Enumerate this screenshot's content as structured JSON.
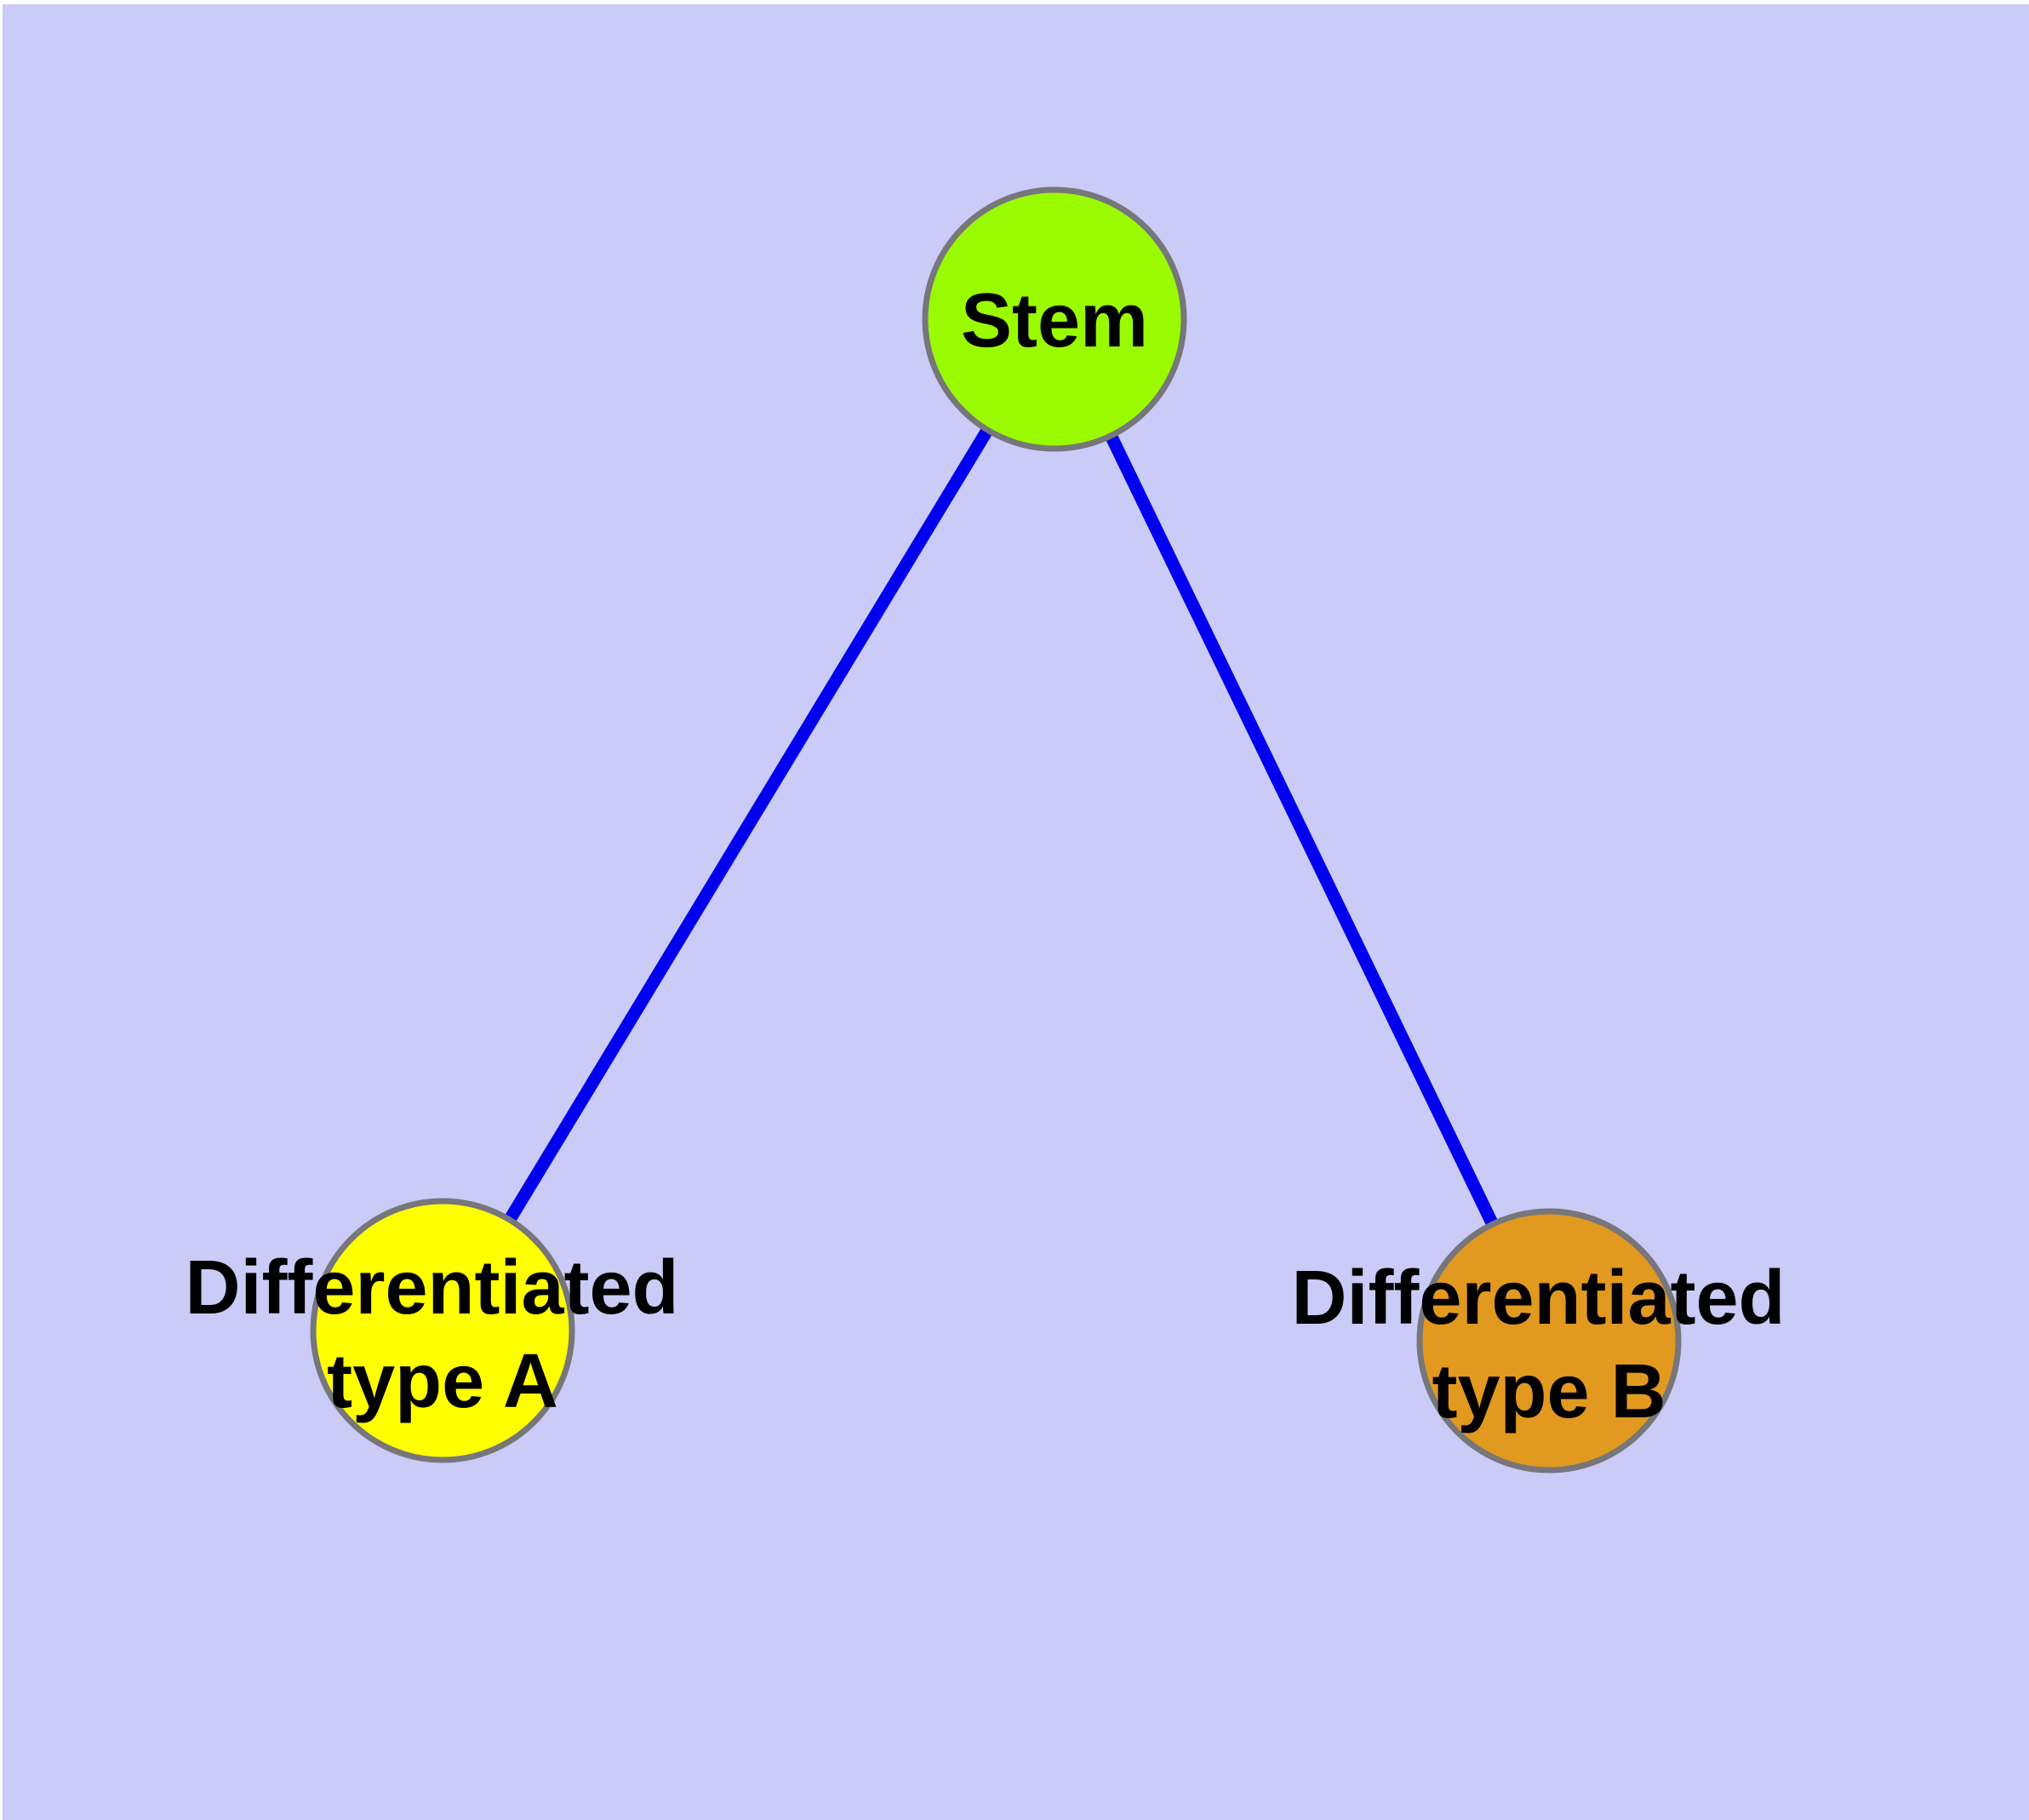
{
  "diagram": {
    "type": "node-link-diagram",
    "colors": {
      "background": "#cbcbf8",
      "page_margin": "#ffffff",
      "edge": "#0000ee",
      "node_border": "#76767b",
      "label": "#000000"
    },
    "nodes": {
      "stem": {
        "label": "Stem",
        "fill": "#9afb00"
      },
      "type_a": {
        "label_line1": "Differentiated",
        "label_line2": "type A",
        "fill": "#ffff00"
      },
      "type_b": {
        "label_line1": "Differentiated",
        "label_line2": "type B",
        "fill": "#e2991f"
      }
    },
    "edges": [
      {
        "from": "Stem",
        "to": "Differentiated type A"
      },
      {
        "from": "Stem",
        "to": "Differentiated type B"
      }
    ]
  }
}
